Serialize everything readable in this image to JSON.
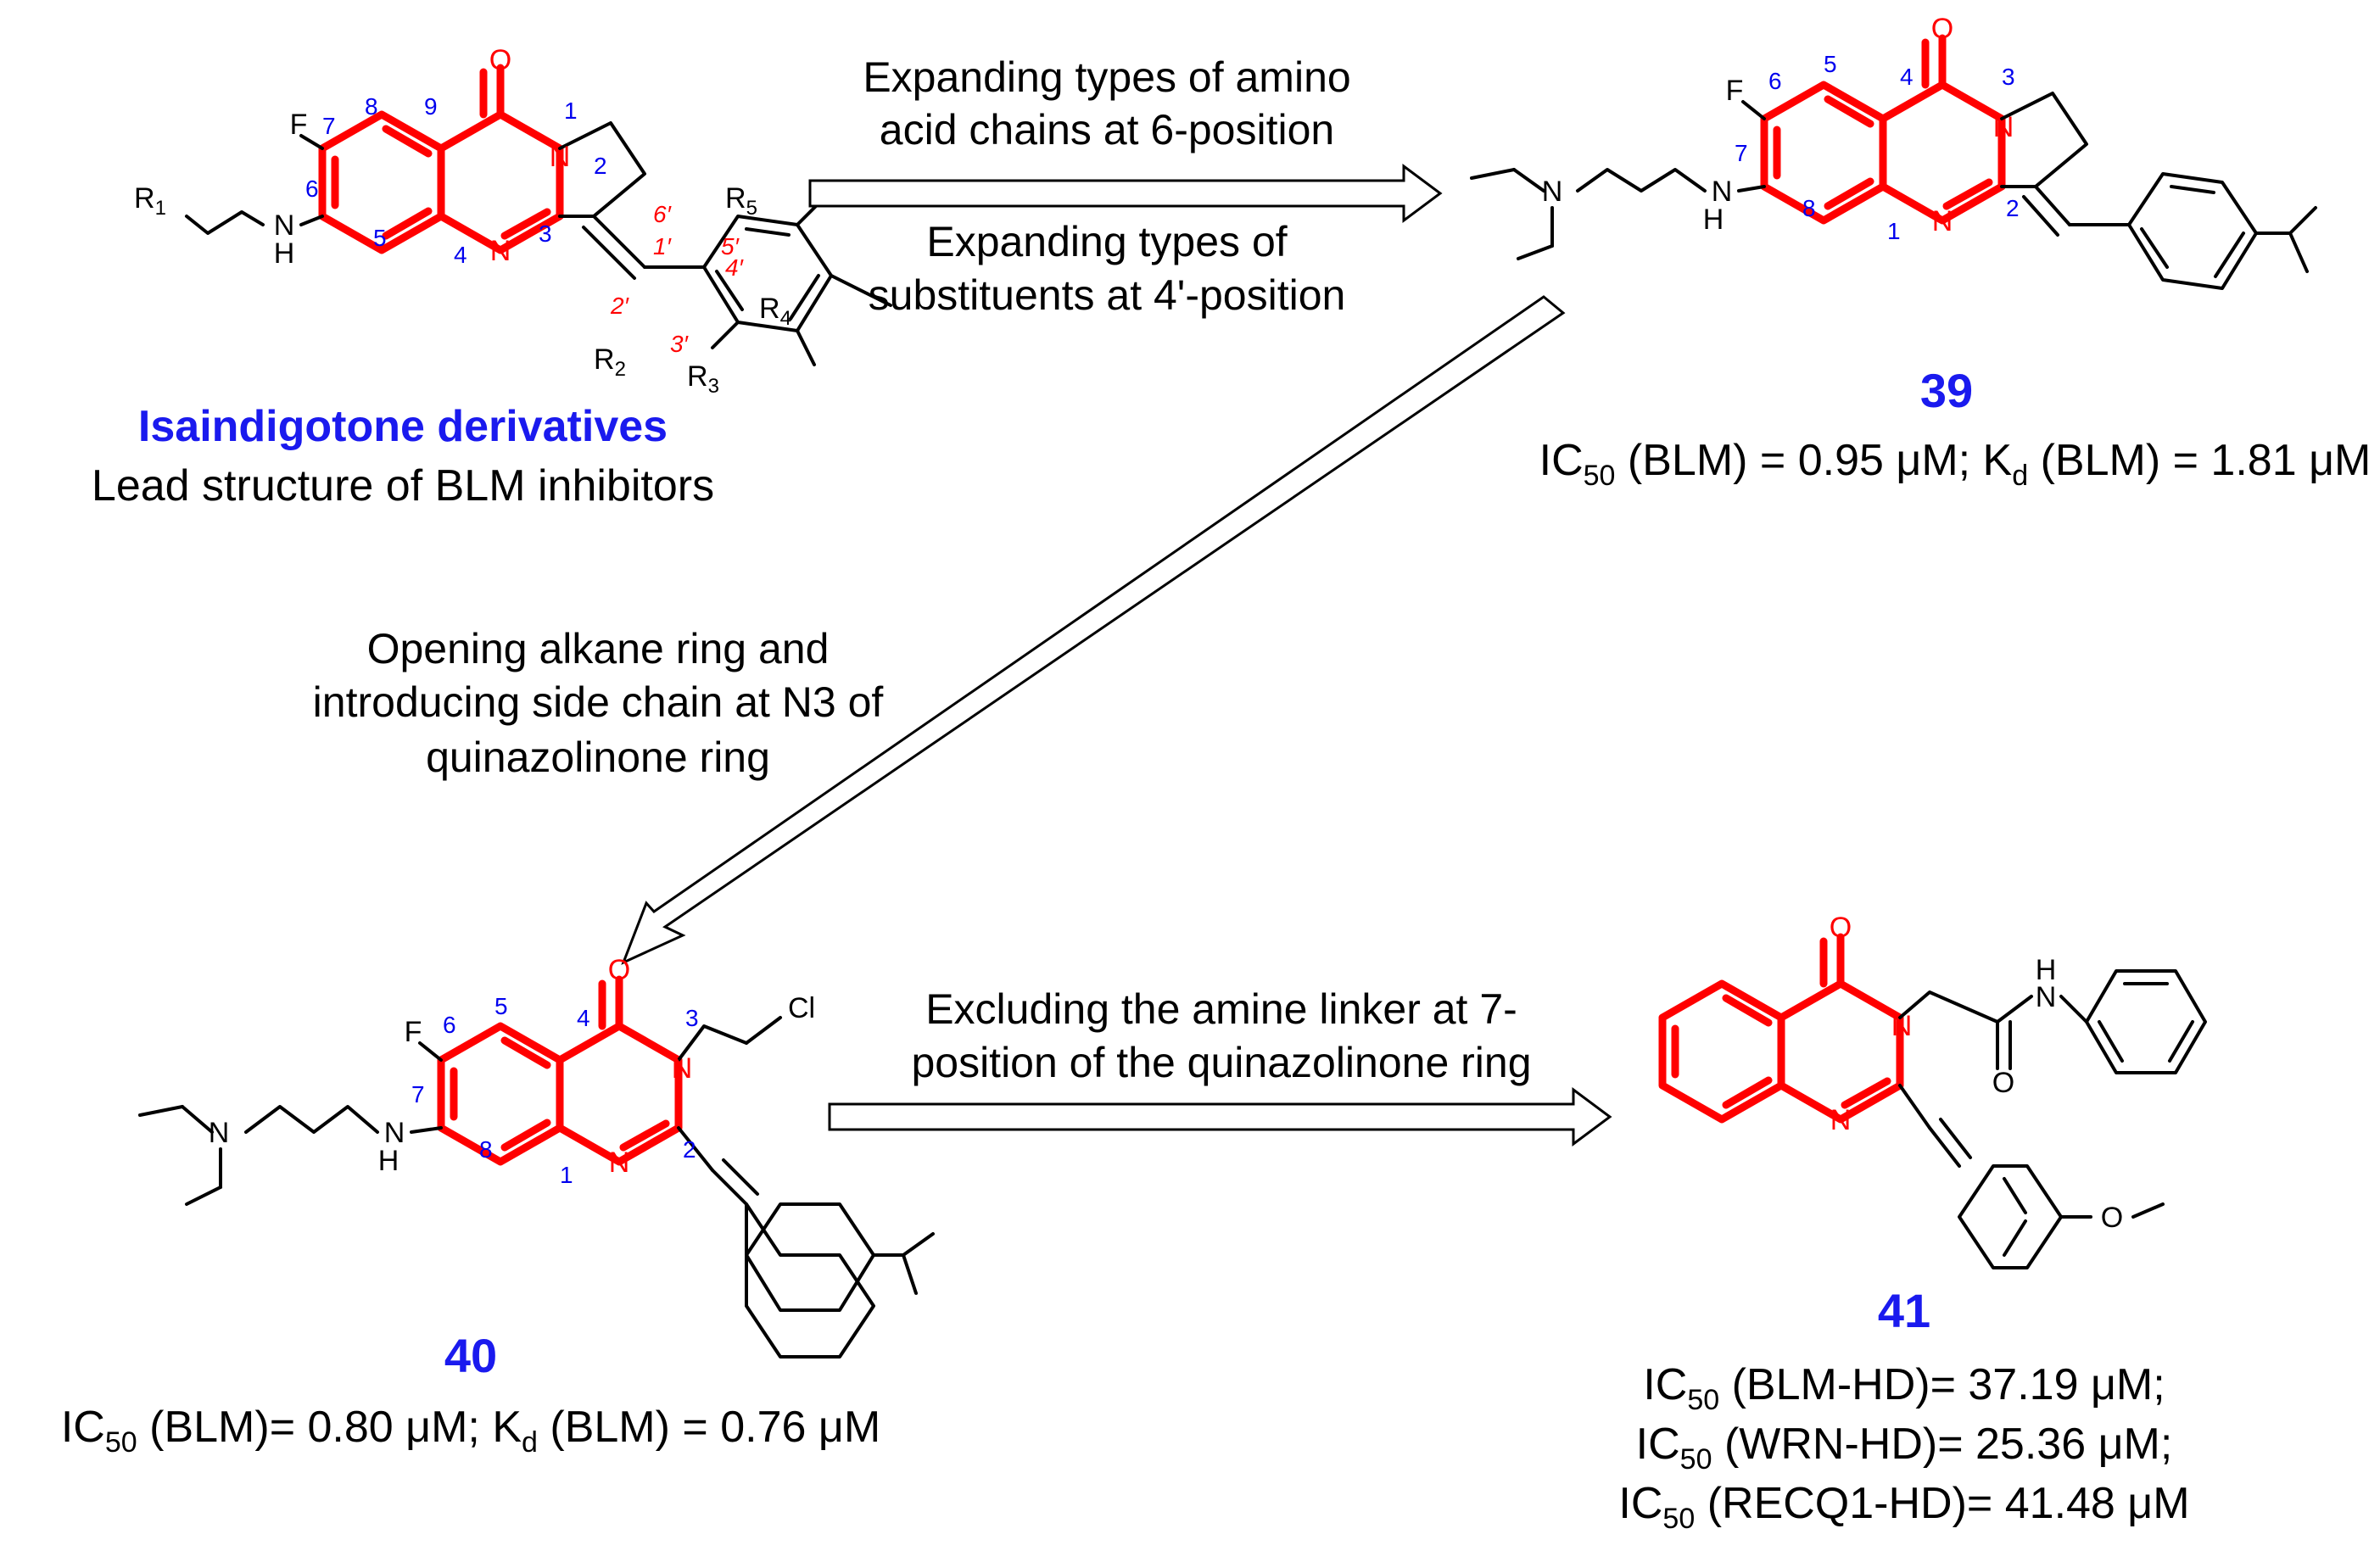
{
  "lead": {
    "title": "Isaindigotone derivatives",
    "subtitle": "Lead structure of BLM inhibitors",
    "atoms": {
      "O": "O",
      "N1": "N",
      "N4": "N",
      "F": "F",
      "NH": "H",
      "NHN": "N",
      "R1": "R",
      "R2": "R",
      "R3": "R",
      "R4": "R",
      "R5": "R"
    },
    "subs": {
      "r1": "1",
      "r2": "2",
      "r3": "3",
      "r4": "4",
      "r5": "5"
    },
    "numbers": {
      "n1": "1",
      "n2": "2",
      "n3": "3",
      "n4": "4",
      "n5": "5",
      "n6": "6",
      "n7": "7",
      "n8": "8",
      "n9": "9"
    },
    "primes": {
      "p1": "1′",
      "p2": "2′",
      "p3": "3′",
      "p4": "4′",
      "p5": "5′",
      "p6": "6′"
    }
  },
  "arrow1": {
    "line1": "Expanding types of amino",
    "line2": "acid chains at 6-position",
    "line3": "Expanding types of",
    "line4": "substituents at 4'-position"
  },
  "c39": {
    "label": "39",
    "ic_pre": "IC",
    "ic_sub": "50",
    "ic_mid": " (BLM) = 0.95 μM; K",
    "kd_sub": "d",
    "kd_post": " (BLM) = 1.81 μM",
    "atoms": {
      "O": "O",
      "F": "F",
      "N3": "N",
      "N1": "N",
      "NA": "N",
      "NH_N": "N",
      "NH_H": "H"
    },
    "numbers": {
      "n1": "1",
      "n2": "2",
      "n3": "3",
      "n4": "4",
      "n5": "5",
      "n6": "6",
      "n7": "7",
      "n8": "8"
    }
  },
  "arrow2": {
    "line1": "Opening alkane ring and",
    "line2": "introducing side chain at N3 of",
    "line3": "quinazolinone ring"
  },
  "c40": {
    "label": "40",
    "ic_pre": "IC",
    "ic_sub": "50",
    "ic_mid": " (BLM)= 0.80 μM; K",
    "kd_sub": "d",
    "kd_post": " (BLM) = 0.76 μM",
    "atoms": {
      "O": "O",
      "F": "F",
      "N3": "N",
      "N1": "N",
      "NA": "N",
      "NH_N": "N",
      "NH_H": "H",
      "Cl": "Cl"
    },
    "numbers": {
      "n1": "1",
      "n2": "2",
      "n3": "3",
      "n4": "4",
      "n5": "5",
      "n6": "6",
      "n7": "7",
      "n8": "8"
    }
  },
  "arrow3": {
    "line1": "Excluding the amine linker at 7-",
    "line2": "position of the quinazolinone ring"
  },
  "c41": {
    "label": "41",
    "l1_pre": "IC",
    "l1_sub": "50",
    "l1_post": " (BLM-HD)= 37.19 μM;",
    "l2_pre": "IC",
    "l2_sub": "50",
    "l2_post": " (WRN-HD)= 25.36 μM;",
    "l3_pre": "IC",
    "l3_sub": "50",
    "l3_post": " (RECQ1-HD)= 41.48 μM",
    "atoms": {
      "O": "O",
      "N3": "N",
      "N1": "N",
      "O2": "O",
      "NH_N": "N",
      "NH_H": "H",
      "OMe": "O"
    }
  }
}
